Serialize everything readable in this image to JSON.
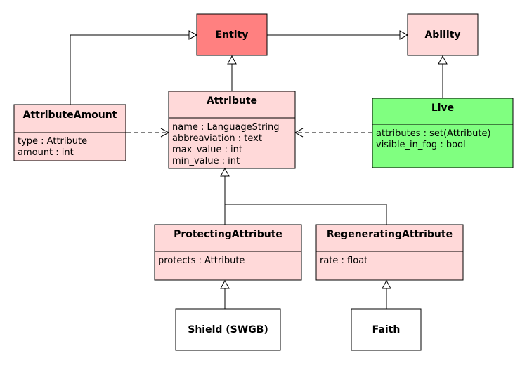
{
  "diagram": {
    "colors": {
      "entity_fill": "#ff8080",
      "class_fill": "#ffd9d9",
      "live_fill": "#80ff80",
      "plain_fill": "#ffffff",
      "line": "#000000"
    },
    "classes": {
      "entity": {
        "name": "Entity"
      },
      "ability": {
        "name": "Ability"
      },
      "attribute": {
        "name": "Attribute",
        "attributes": [
          "name : LanguageString",
          "abbreaviation : text",
          "max_value : int",
          "min_value : int"
        ]
      },
      "attribute_amount": {
        "name": "AttributeAmount",
        "attributes": [
          "type : Attribute",
          "amount : int"
        ]
      },
      "live": {
        "name": "Live",
        "attributes": [
          "attributes : set(Attribute)",
          "visible_in_fog : bool"
        ]
      },
      "protecting_attribute": {
        "name": "ProtectingAttribute",
        "attributes": [
          "protects : Attribute"
        ]
      },
      "regenerating_attribute": {
        "name": "RegeneratingAttribute",
        "attributes": [
          "rate : float"
        ]
      },
      "shield": {
        "name": "Shield (SWGB)"
      },
      "faith": {
        "name": "Faith"
      }
    },
    "relations": [
      {
        "from": "Entity",
        "to": "Ability",
        "kind": "generalization"
      },
      {
        "from": "AttributeAmount",
        "to": "Entity",
        "kind": "generalization"
      },
      {
        "from": "Attribute",
        "to": "Entity",
        "kind": "generalization"
      },
      {
        "from": "Live",
        "to": "Ability",
        "kind": "generalization"
      },
      {
        "from": "AttributeAmount",
        "to": "Attribute",
        "kind": "dependency"
      },
      {
        "from": "Live",
        "to": "Attribute",
        "kind": "dependency"
      },
      {
        "from": "ProtectingAttribute",
        "to": "Attribute",
        "kind": "generalization"
      },
      {
        "from": "RegeneratingAttribute",
        "to": "Attribute",
        "kind": "generalization"
      },
      {
        "from": "Shield (SWGB)",
        "to": "ProtectingAttribute",
        "kind": "generalization"
      },
      {
        "from": "Faith",
        "to": "RegeneratingAttribute",
        "kind": "generalization"
      }
    ]
  }
}
